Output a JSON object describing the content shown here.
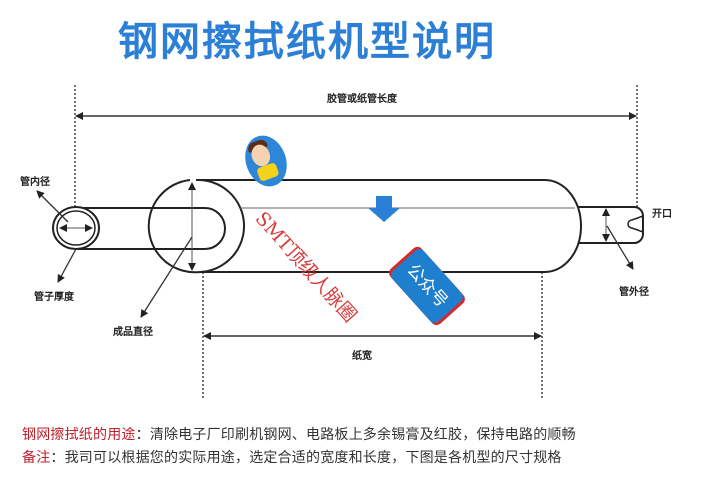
{
  "title": "钢网擦拭纸机型说明",
  "diagram": {
    "labels": {
      "tube_length": "胶管或纸管长度",
      "inner_diameter": "管内径",
      "tube_thickness": "管子厚度",
      "finished_diameter": "成品直径",
      "opening": "开口",
      "outer_diameter": "管外径",
      "paper_width": "纸宽"
    },
    "arrow_color": "#2b7fd6",
    "line_color": "#333333"
  },
  "watermark": {
    "text": "SMT顶级人脉圈",
    "badge_text": "公众号",
    "text_color": "#d42a2a",
    "badge_color": "#1f7fcf"
  },
  "footer": {
    "line1": {
      "key": "钢网擦拭纸的用途",
      "sep": "：",
      "text": "清除电子厂印刷机钢网、电路板上多余锡膏及红胶，保持电路的顺畅"
    },
    "line2": {
      "key": "备注",
      "sep": "：",
      "text": "我司可以根据您的实际用途，选定合适的宽度和长度，下图是各机型的尺寸规格"
    },
    "key_color": "#c0202a"
  }
}
